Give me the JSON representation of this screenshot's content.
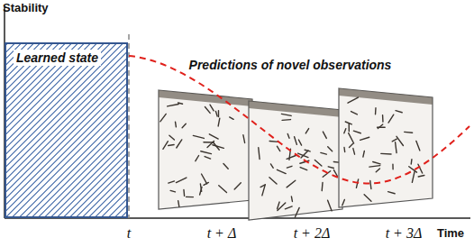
{
  "diagram": {
    "nodes": [
      {
        "text": [
          "Learned state"
        ]
      }
    ],
    "edges": [],
    "labels": [
      "Stability",
      "Predictions of novel observations",
      "t",
      "t + Δ",
      "t + 2Δ",
      "t + 3Δ",
      "Time"
    ]
  }
}
